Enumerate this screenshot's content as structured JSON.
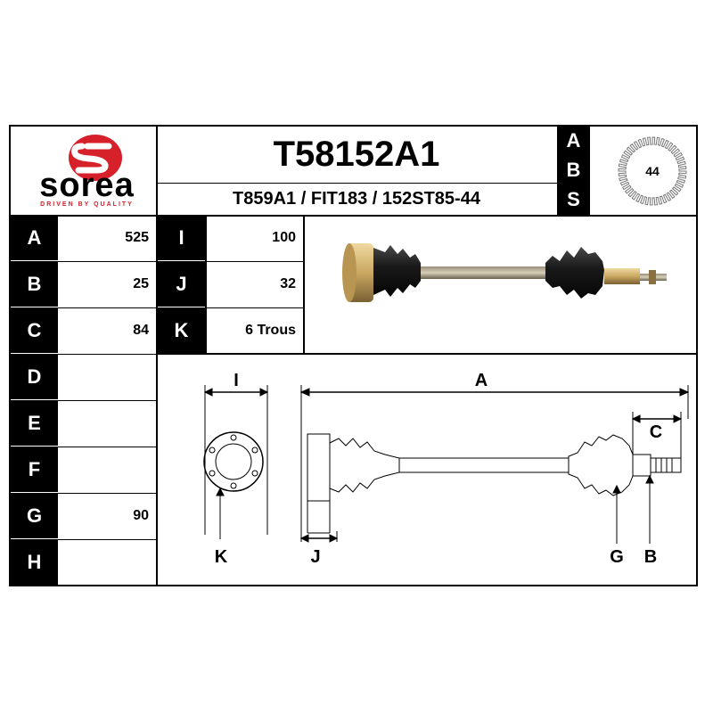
{
  "brand": {
    "name": "sorea",
    "tagline": "DRIVEN BY QUALITY"
  },
  "header": {
    "part_number": "T58152A1",
    "references": "T859A1 / FIT183 / 152ST85-44"
  },
  "abs": {
    "letters": [
      "A",
      "B",
      "S"
    ],
    "teeth": "44"
  },
  "specs_left": [
    {
      "label": "A",
      "value": "525"
    },
    {
      "label": "B",
      "value": "25"
    },
    {
      "label": "C",
      "value": "84"
    },
    {
      "label": "D",
      "value": ""
    },
    {
      "label": "E",
      "value": ""
    },
    {
      "label": "F",
      "value": ""
    },
    {
      "label": "G",
      "value": "90"
    },
    {
      "label": "H",
      "value": ""
    }
  ],
  "specs_right": [
    {
      "label": "I",
      "value": "100"
    },
    {
      "label": "J",
      "value": "32"
    },
    {
      "label": "K",
      "value": "6 Trous"
    }
  ],
  "diagram": {
    "dim_I": "I",
    "dim_A": "A",
    "dim_C": "C",
    "dim_K": "K",
    "dim_J": "J",
    "dim_G": "G",
    "dim_B": "B"
  }
}
